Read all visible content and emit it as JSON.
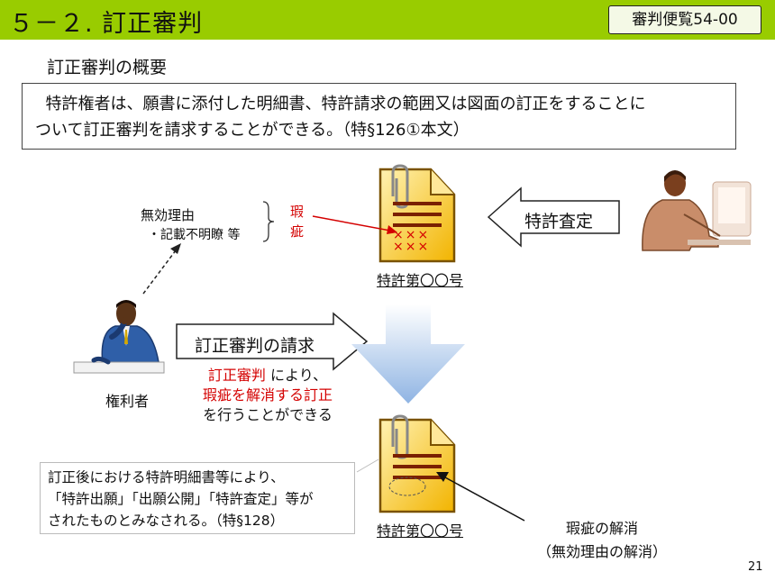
{
  "header": {
    "title": "５－２. 訂正審判",
    "reference": "審判便覧54-00"
  },
  "section_heading": "訂正審判の概要",
  "summary": {
    "line1": "特許権者は、願書に添付した明細書、特許請求の範囲又は図面の訂正をすることに",
    "line2": "ついて訂正審判を請求することができる。（特§126①本文）"
  },
  "invalidity": {
    "label": "無効理由",
    "example": "・記載不明瞭  等"
  },
  "defect_label": [
    "瑕",
    "疵"
  ],
  "doc_marks": "×××",
  "examiner_arrow_label": "特許査定",
  "patent_label_top": "特許第〇〇号",
  "request_arrow_label": "訂正審判の請求",
  "right_holder_label": "権利者",
  "explanation": {
    "term": "訂正審判",
    "suffix": "により、",
    "line2": "瑕疵を解消する訂正",
    "line3": "を行うことができる"
  },
  "note": {
    "line1": "訂正後における特許明細書等により、",
    "line2": "「特許出願」「出願公開」「特許査定」等が",
    "line3": "されたものとみなされる。（特§128）"
  },
  "patent_label_bottom": "特許第〇〇号",
  "resolution": {
    "line1": "瑕疵の解消",
    "line2": "（無効理由の解消）"
  },
  "page_number": "21",
  "colors": {
    "header_green": "#99cc00",
    "defect_red": "#d40000",
    "down_arrow_blue": "#8fb4e3"
  }
}
